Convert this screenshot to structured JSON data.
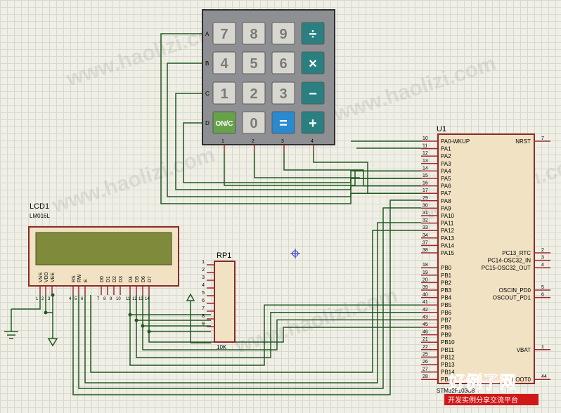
{
  "colors": {
    "wire": "#1f5a1f",
    "pin": "#a02828",
    "body_fill": "#f1e2c4",
    "body_stroke": "#8b2a2a",
    "keypad_body": "#8e8f92",
    "lcd_screen": "#7f8a3a",
    "key_gray": "#d8d7cf",
    "key_teal": "#2a8080",
    "key_blue": "#2a8ad0",
    "key_green": "#67a24a",
    "brand_red": "#d01818"
  },
  "keypad": {
    "rows": [
      "A",
      "B",
      "C",
      "D"
    ],
    "cols": [
      "1",
      "2",
      "3",
      "4"
    ],
    "keys": [
      [
        "7",
        "8",
        "9",
        "÷"
      ],
      [
        "4",
        "5",
        "6",
        "×"
      ],
      [
        "1",
        "2",
        "3",
        "−"
      ],
      [
        "ON/C",
        "0",
        "=",
        "+"
      ]
    ],
    "key_styles": [
      [
        "gray",
        "gray",
        "gray",
        "teal"
      ],
      [
        "gray",
        "gray",
        "gray",
        "teal"
      ],
      [
        "gray",
        "gray",
        "gray",
        "teal"
      ],
      [
        "green",
        "gray",
        "blue",
        "teal"
      ]
    ]
  },
  "lcd": {
    "name": "LCD1",
    "model": "LM016L",
    "pins": [
      "VSS",
      "VDD",
      "VEE",
      "RS",
      "RW",
      "E",
      "D0",
      "D1",
      "D2",
      "D3",
      "D4",
      "D5",
      "D6",
      "D7"
    ],
    "pin_numbers": [
      "1",
      "2",
      "3",
      "4",
      "5",
      "6",
      "7",
      "8",
      "9",
      "10",
      "11",
      "12",
      "13",
      "14"
    ]
  },
  "rp": {
    "name": "RP1",
    "value": "10K",
    "pins": [
      "1",
      "2",
      "3",
      "4",
      "5",
      "6",
      "7",
      "8",
      "9"
    ]
  },
  "mcu": {
    "name": "U1",
    "model": "STM32F103C8",
    "left_pins": [
      {
        "num": "10",
        "name": "PA0-WKUP"
      },
      {
        "num": "11",
        "name": "PA1"
      },
      {
        "num": "12",
        "name": "PA2"
      },
      {
        "num": "13",
        "name": "PA3"
      },
      {
        "num": "14",
        "name": "PA4"
      },
      {
        "num": "15",
        "name": "PA5"
      },
      {
        "num": "16",
        "name": "PA6"
      },
      {
        "num": "17",
        "name": "PA7"
      },
      {
        "num": "29",
        "name": "PA8"
      },
      {
        "num": "30",
        "name": "PA9"
      },
      {
        "num": "31",
        "name": "PA10"
      },
      {
        "num": "32",
        "name": "PA11"
      },
      {
        "num": "33",
        "name": "PA12"
      },
      {
        "num": "34",
        "name": "PA13"
      },
      {
        "num": "37",
        "name": "PA14"
      },
      {
        "num": "38",
        "name": "PA15"
      },
      {
        "num": "",
        "name": ""
      },
      {
        "num": "18",
        "name": "PB0"
      },
      {
        "num": "19",
        "name": "PB1"
      },
      {
        "num": "20",
        "name": "PB2"
      },
      {
        "num": "39",
        "name": "PB3"
      },
      {
        "num": "40",
        "name": "PB4"
      },
      {
        "num": "41",
        "name": "PB5"
      },
      {
        "num": "42",
        "name": "PB6"
      },
      {
        "num": "43",
        "name": "PB7"
      },
      {
        "num": "45",
        "name": "PB8"
      },
      {
        "num": "46",
        "name": "PB9"
      },
      {
        "num": "21",
        "name": "PB10"
      },
      {
        "num": "22",
        "name": "PB11"
      },
      {
        "num": "25",
        "name": "PB12"
      },
      {
        "num": "26",
        "name": "PB13"
      },
      {
        "num": "27",
        "name": "PB14"
      },
      {
        "num": "28",
        "name": "PB15"
      }
    ],
    "right_pins": [
      {
        "num": "7",
        "name": "NRST",
        "slot": 0
      },
      {
        "num": "2",
        "name": "PC13_RTC",
        "slot": 15
      },
      {
        "num": "3",
        "name": "PC14-OSC32_IN",
        "slot": 16
      },
      {
        "num": "4",
        "name": "PC15-OSC32_OUT",
        "slot": 17
      },
      {
        "num": "5",
        "name": "OSCIN_PD0",
        "slot": 20
      },
      {
        "num": "6",
        "name": "OSCOUT_PD1",
        "slot": 21
      },
      {
        "num": "1",
        "name": "VBAT",
        "slot": 28
      },
      {
        "num": "44",
        "name": "BOOT0",
        "slot": 32
      }
    ]
  },
  "brand": {
    "title": "好例子网",
    "subtitle": "开发实例分享交流平台"
  },
  "watermark": "www.haolizi.com"
}
